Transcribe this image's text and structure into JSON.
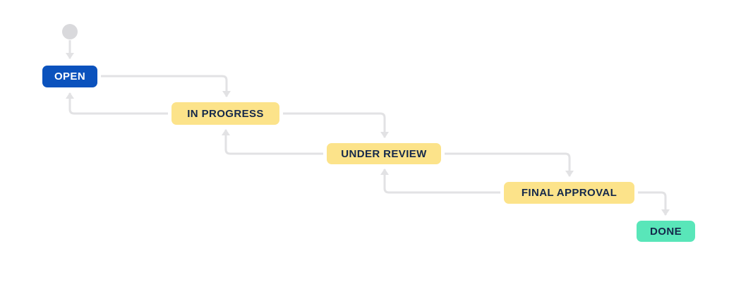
{
  "diagram": {
    "type": "workflow",
    "statuses": [
      {
        "id": "open",
        "label": "OPEN",
        "color": "#0B52BD",
        "text_color": "#FFFFFF"
      },
      {
        "id": "in-progress",
        "label": "IN PROGRESS",
        "color": "#FCE38A",
        "text_color": "#14284A"
      },
      {
        "id": "under-review",
        "label": "UNDER REVIEW",
        "color": "#FCE38A",
        "text_color": "#14284A"
      },
      {
        "id": "final-approval",
        "label": "FINAL APPROVAL",
        "color": "#FCE38A",
        "text_color": "#14284A"
      },
      {
        "id": "done",
        "label": "DONE",
        "color": "#59E6B9",
        "text_color": "#14284A"
      }
    ],
    "start_node": {
      "shape": "circle",
      "color": "#D9D9DC"
    },
    "transitions": [
      {
        "from": "start",
        "to": "open"
      },
      {
        "from": "open",
        "to": "in-progress"
      },
      {
        "from": "in-progress",
        "to": "open"
      },
      {
        "from": "in-progress",
        "to": "under-review"
      },
      {
        "from": "under-review",
        "to": "in-progress"
      },
      {
        "from": "under-review",
        "to": "final-approval"
      },
      {
        "from": "final-approval",
        "to": "under-review"
      },
      {
        "from": "final-approval",
        "to": "done"
      }
    ],
    "connector_color": "#E2E2E4",
    "background": "#FFFFFF"
  }
}
